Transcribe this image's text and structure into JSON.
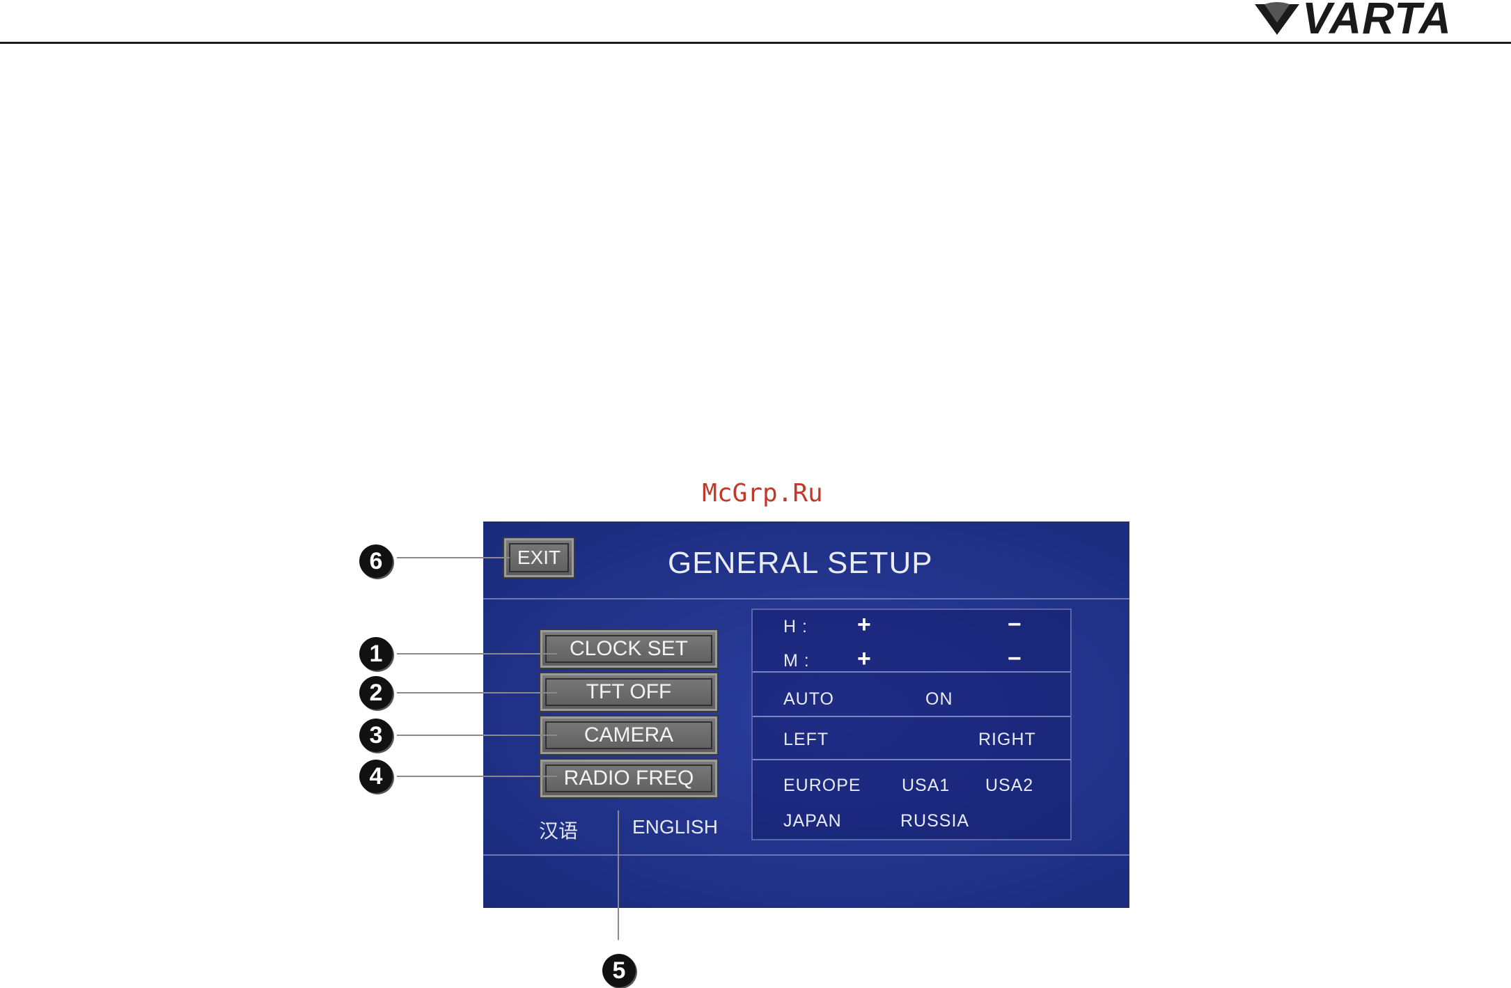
{
  "brand": {
    "name": "VARTA"
  },
  "watermark": "McGrp.Ru",
  "screen": {
    "title": "GENERAL SETUP",
    "exit_label": "EXIT",
    "menu": [
      {
        "label": "CLOCK SET"
      },
      {
        "label": "TFT OFF"
      },
      {
        "label": "CAMERA"
      },
      {
        "label": "RADIO FREQ"
      }
    ],
    "languages": {
      "chinese": "汉语",
      "english": "ENGLISH"
    },
    "panel": {
      "hour_label": "H :",
      "minute_label": "M :",
      "plus": "+",
      "minus": "−",
      "auto_label": "AUTO",
      "auto_value": "ON",
      "left_label": "LEFT",
      "right_label": "RIGHT",
      "regions": [
        "EUROPE",
        "USA1",
        "USA2",
        "JAPAN",
        "RUSSIA"
      ]
    }
  },
  "callouts": [
    "1",
    "2",
    "3",
    "4",
    "5",
    "6"
  ]
}
